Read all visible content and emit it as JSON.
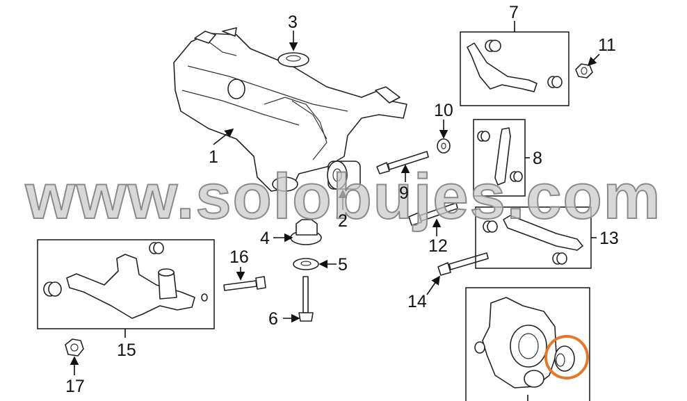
{
  "watermark": "www.solobujes.com",
  "callouts": {
    "c1": "1",
    "c2": "2",
    "c3": "3",
    "c4": "4",
    "c5": "5",
    "c6": "6",
    "c7": "7",
    "c8": "8",
    "c9": "9",
    "c10": "10",
    "c11": "11",
    "c12": "12",
    "c13": "13",
    "c14": "14",
    "c15": "15",
    "c16": "16",
    "c17": "17"
  },
  "colors": {
    "highlight": "#e3782a",
    "line": "#222222",
    "watermark_fill": "#c9c9c9"
  }
}
